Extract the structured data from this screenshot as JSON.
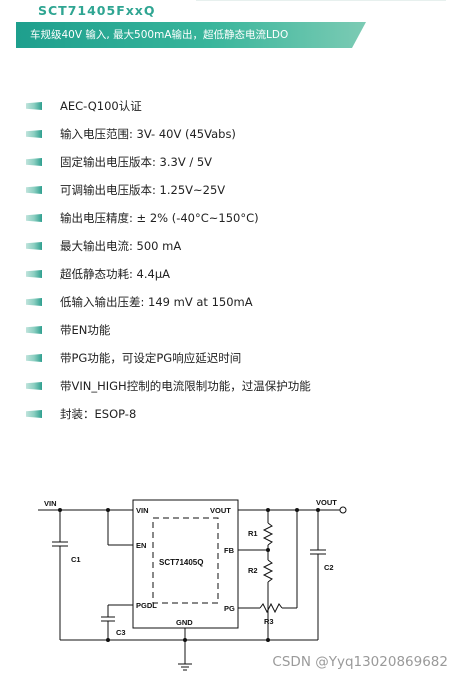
{
  "header": {
    "part_number": "SCT71405FxxQ",
    "subtitle": "车规级40V 输入, 最大500mA输出，超低静态电流LDO"
  },
  "features": [
    "AEC-Q100认证",
    "输入电压范围: 3V- 40V (45Vabs)",
    "固定输出电压版本: 3.3V / 5V",
    "可调输出电压版本: 1.25V~25V",
    "输出电压精度: ± 2% (-40°C~150°C)",
    "最大输出电流: 500 mA",
    "超低静态功耗: 4.4μA",
    "低输入输出压差: 149 mV at 150mA",
    "带EN功能",
    "带PG功能，可设定PG响应延迟时间",
    "带VIN_HIGH控制的电流限制功能，过温保护功能",
    "封装：ESOP-8"
  ],
  "schematic": {
    "chip_label": "SCT71405Q",
    "pins": {
      "vin": "VIN",
      "en": "EN",
      "pgdl": "PGDL",
      "gnd": "GND",
      "vout": "VOUT",
      "fb": "FB",
      "pg": "PG"
    },
    "nets": {
      "vin": "VIN",
      "vout": "VOUT"
    },
    "components": {
      "c1": "C1",
      "c2": "C2",
      "c3": "C3",
      "r1": "R1",
      "r2": "R2",
      "r3": "R3"
    }
  },
  "watermark": "CSDN @Yyq13020869682",
  "colors": {
    "accent": "#2fa592",
    "band_start": "#1e9f8d",
    "band_end": "#7ccbb4"
  }
}
